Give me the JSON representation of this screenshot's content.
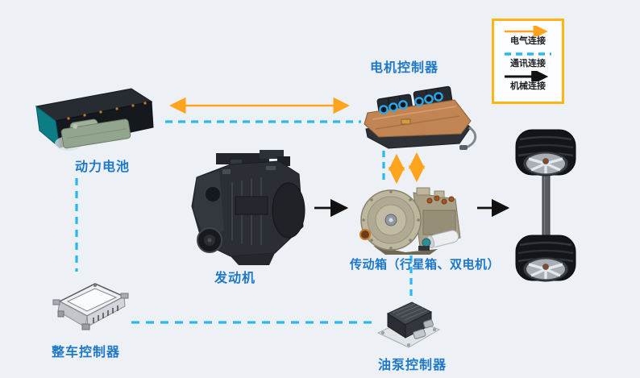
{
  "colors": {
    "background": "#edf1f6",
    "label_text": "#1e78c8",
    "electrical": "#ffa41c",
    "communication": "#29b8f2",
    "mechanical": "#111111",
    "legend_border": "#ffb412"
  },
  "legend": {
    "items": [
      {
        "id": "electrical",
        "label": "电气连接",
        "color": "#ffa41c",
        "style": "solid-arrow"
      },
      {
        "id": "communication",
        "label": "通讯连接",
        "color": "#29b8f2",
        "style": "dashed"
      },
      {
        "id": "mechanical",
        "label": "机械连接",
        "color": "#111111",
        "style": "solid-arrow"
      }
    ]
  },
  "components": {
    "battery": {
      "label": "动力电池"
    },
    "motor_controller": {
      "label": "电机控制器"
    },
    "engine": {
      "label": "发动机"
    },
    "transmission": {
      "label": "传动箱（行星箱、双电机）"
    },
    "vehicle_controller": {
      "label": "整车控制器"
    },
    "oil_pump_controller": {
      "label": "油泵控制器"
    }
  },
  "connections": [
    {
      "from": "battery",
      "to": "motor_controller",
      "type": "electrical",
      "bidirectional": true
    },
    {
      "from": "battery",
      "to": "motor_controller",
      "type": "communication"
    },
    {
      "from": "battery",
      "to": "vehicle_controller",
      "type": "communication"
    },
    {
      "from": "motor_controller",
      "to": "transmission",
      "type": "communication"
    },
    {
      "from": "motor_controller",
      "to": "transmission",
      "type": "electrical",
      "bidirectional": true,
      "count": 2
    },
    {
      "from": "engine",
      "to": "transmission",
      "type": "mechanical"
    },
    {
      "from": "transmission",
      "to": "wheels",
      "type": "mechanical"
    },
    {
      "from": "transmission",
      "to": "oil_pump_controller",
      "type": "communication"
    },
    {
      "from": "vehicle_controller",
      "to": "oil_pump_controller",
      "type": "communication"
    }
  ]
}
